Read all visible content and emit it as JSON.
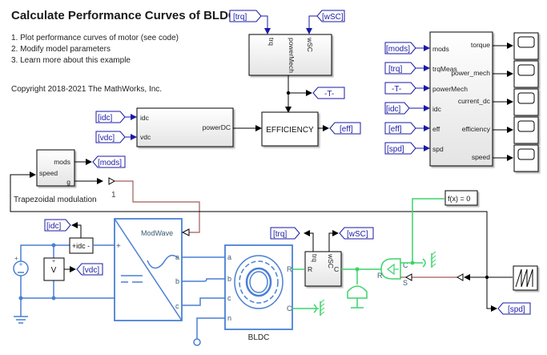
{
  "header": {
    "title": "Calculate Performance Curves of BLDC",
    "links": [
      "1. Plot performance curves of motor (see code)",
      "2. Modify model parameters",
      "3. Learn more about this example"
    ],
    "copyright": "Copyright 2018-2021 The MathWorks, Inc."
  },
  "colors": {
    "goto_tag": "#1a1aa6",
    "electrical_wire": "#4a7fd4",
    "mechanical_wire": "#3bd46a",
    "pwm_wire": "#a05a5a",
    "signal_wire": "#000000"
  },
  "blocks": {
    "power_mech": {
      "inputs": [
        "trq",
        "wSC"
      ],
      "output": "powerMech",
      "tags_in": [
        "[trq]",
        "[wSC]"
      ],
      "tag_out": "-T-"
    },
    "power_dc": {
      "inputs": [
        "idc",
        "vdc"
      ],
      "output": "powerDC",
      "tags_in": [
        "[idc]",
        "[vdc]"
      ]
    },
    "efficiency": {
      "label": "EFFICIENCY",
      "tag_out": "[eff]"
    },
    "logging": {
      "inputs": [
        "mods",
        "trqMeas",
        "powerMech",
        "idc",
        "eff",
        "spd"
      ],
      "outputs": [
        "torque",
        "power_mech",
        "current_dc",
        "efficiency",
        "speed"
      ],
      "tags_in": [
        "[mods]",
        "[trq]",
        "-T-",
        "[idc]",
        "[eff]",
        "[spd]"
      ]
    },
    "modulation": {
      "ports_out": [
        "mods",
        "g"
      ],
      "port_in": "speed",
      "caption": "Trapezoidal modulation",
      "tag_out": "[mods]",
      "port_number": "1"
    },
    "current_sensor": {
      "label": "+idc -",
      "tag_out": "[idc]"
    },
    "voltage_sensor": {
      "label": "V",
      "tag_out": "[vdc]"
    },
    "converter": {
      "input_label": "ModWave",
      "ports": [
        "a",
        "b",
        "c"
      ]
    },
    "bldc": {
      "ports_left": [
        "a",
        "b",
        "c",
        "n"
      ],
      "ports_right": [
        "R",
        "C"
      ],
      "caption": "BLDC"
    },
    "torque_sensor": {
      "ports_top": [
        "trq",
        "wSC"
      ],
      "port_left": "R",
      "port_right": "C",
      "tags_out": [
        "[trq]",
        "[wSC]"
      ]
    },
    "speed_source": {
      "ports": [
        "R",
        "C",
        "S"
      ],
      "tag_out": "[spd]"
    },
    "solver": {
      "label": "f(x) = 0"
    }
  }
}
